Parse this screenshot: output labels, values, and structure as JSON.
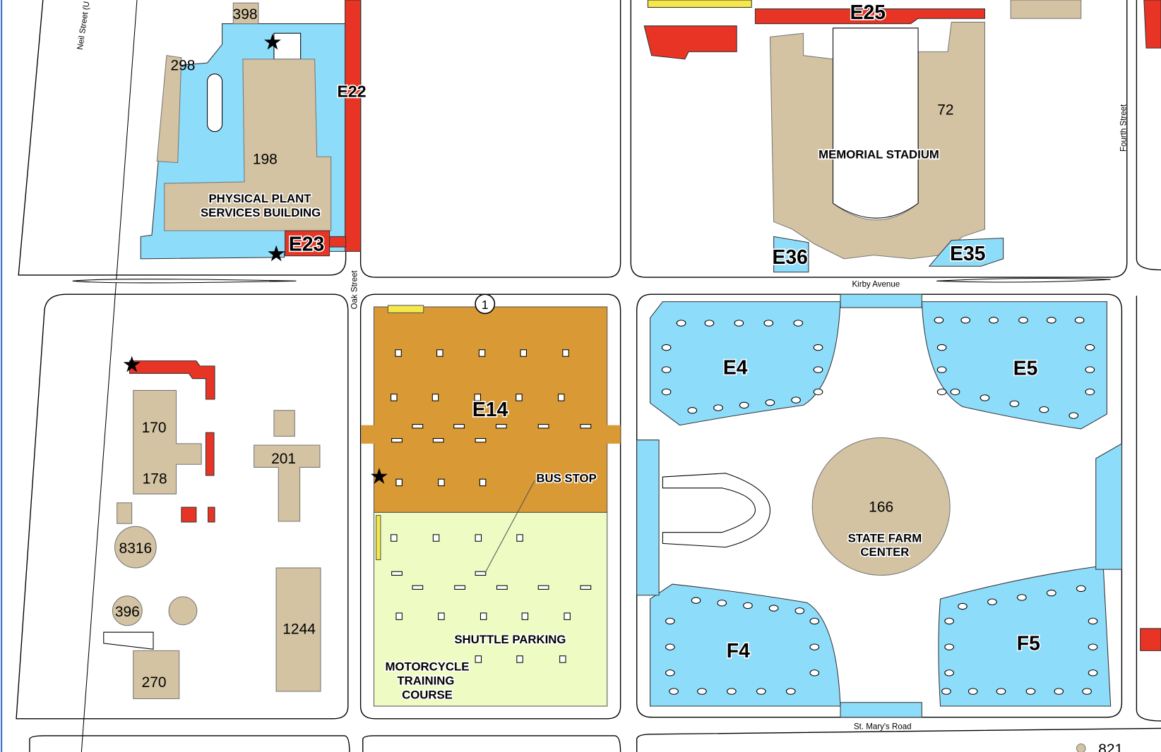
{
  "colors": {
    "building": "#d3c3a3",
    "parking_blue": "#8ddcfa",
    "parking_red": "#e83424",
    "parking_orange": "#d99a35",
    "shuttle_green": "#eefcc4",
    "yellow": "#f6e84a"
  },
  "streets": {
    "neil": "Neil Street (U",
    "oak": "Oak Street",
    "kirby": "Kirby Avenue",
    "fourth": "Fourth Street",
    "st_marys": "St. Mary's Road"
  },
  "lots": {
    "e22": "E22",
    "e23": "E23",
    "e25": "E25",
    "e36": "E36",
    "e35": "E35",
    "e14": "E14",
    "e4": "E4",
    "e5": "E5",
    "f4": "F4",
    "f5": "F5"
  },
  "buildings": {
    "b398": "398",
    "b298": "298",
    "b198": "198",
    "b72": "72",
    "b170": "170",
    "b178": "178",
    "b201": "201",
    "b8316": "8316",
    "b396": "396",
    "b1244": "1244",
    "b270": "270",
    "b166": "166",
    "b821": "821",
    "physical_plant_1": "PHYSICAL PLANT",
    "physical_plant_2": "SERVICES BUILDING",
    "memorial_stadium": "MEMORIAL STADIUM",
    "state_farm_1": "STATE FARM",
    "state_farm_2": "CENTER"
  },
  "labels": {
    "bus_stop": "BUS STOP",
    "shuttle_parking": "SHUTTLE PARKING",
    "motorcycle_1": "MOTORCYCLE",
    "motorcycle_2": "TRAINING",
    "motorcycle_3": "COURSE",
    "route_marker": "1"
  },
  "icons": [
    "star-icon",
    "route-marker-icon"
  ]
}
